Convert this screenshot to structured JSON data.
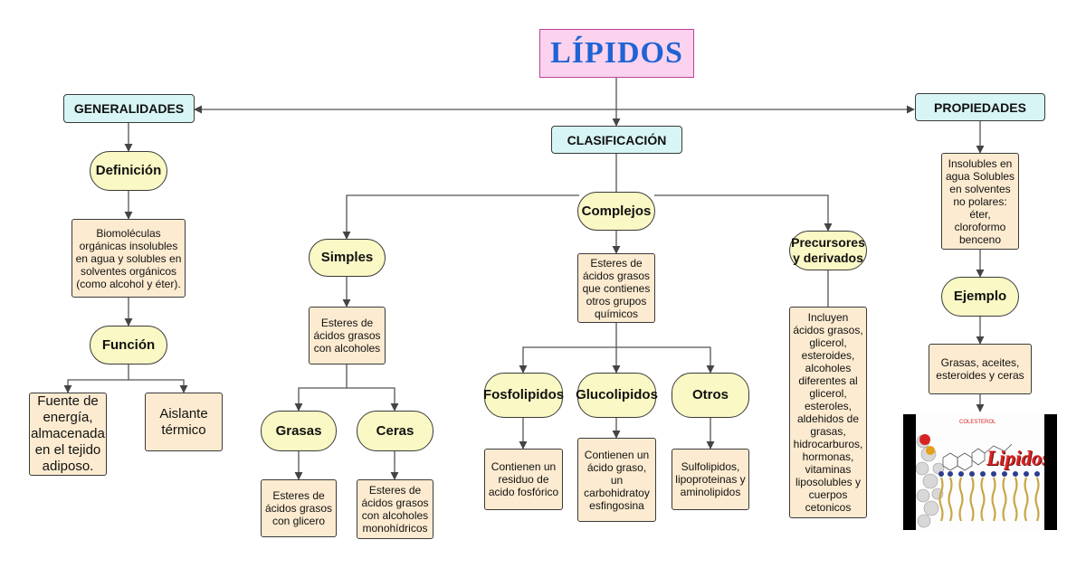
{
  "title": "LÍPIDOS",
  "generalidades": {
    "header": "GENERALIDADES",
    "definicion": "Definición",
    "definicion_text": "Biomoléculas orgánicas insolubles en agua y solubles en solventes orgánicos (como alcohol y éter).",
    "funcion": "Función",
    "funcion_items": [
      "Fuente de energía, almacenada en el tejido adiposo.",
      "Aislante térmico"
    ]
  },
  "clasificacion": {
    "header": "CLASIFICACIÓN",
    "simples": "Simples",
    "simples_text": "Esteres de ácidos grasos con alcoholes",
    "grasas": "Grasas",
    "grasas_text": "Esteres de ácidos grasos con glicero",
    "ceras": "Ceras",
    "ceras_text": "Esteres de ácidos grasos con alcoholes monohídricos",
    "complejos": "Complejos",
    "complejos_text": "Esteres de ácidos grasos que contienes otros grupos químicos",
    "fosfolipidos": "Fosfolipidos",
    "fosfolipidos_text": "Contienen un residuo de acido fosfórico",
    "glucolipidos": "Glucolipidos",
    "glucolipidos_text": "Contienen un ácido graso, un carbohidratoy esfingosina",
    "otros": "Otros",
    "otros_text": "Sulfolipidos, lipoproteinas y aminolipidos",
    "precursores": "Precursores y derivados",
    "precursores_text": "Incluyen ácidos grasos, glicerol, esteroides, alcoholes diferentes al glicerol, esteroles, aldehidos de grasas, hidrocarburos, hormonas, vitaminas liposolubles y cuerpos cetonicos"
  },
  "propiedades": {
    "header": "PROPIEDADES",
    "text": "Insolubles en agua Solubles en solventes no polares: éter, cloroformo benceno",
    "ejemplo": "Ejemplo",
    "ejemplo_text": "Grasas, aceites, esteroides y ceras"
  },
  "image": {
    "word": "Lipidos",
    "small": "COLESTEROL"
  },
  "colors": {
    "title_fill": "#fbd3ee",
    "title_text": "#1f63d4",
    "header_fill": "#d7f5f4",
    "oval_fill": "#faf8c4",
    "box_fill": "#fcebd0",
    "line": "#555555"
  }
}
